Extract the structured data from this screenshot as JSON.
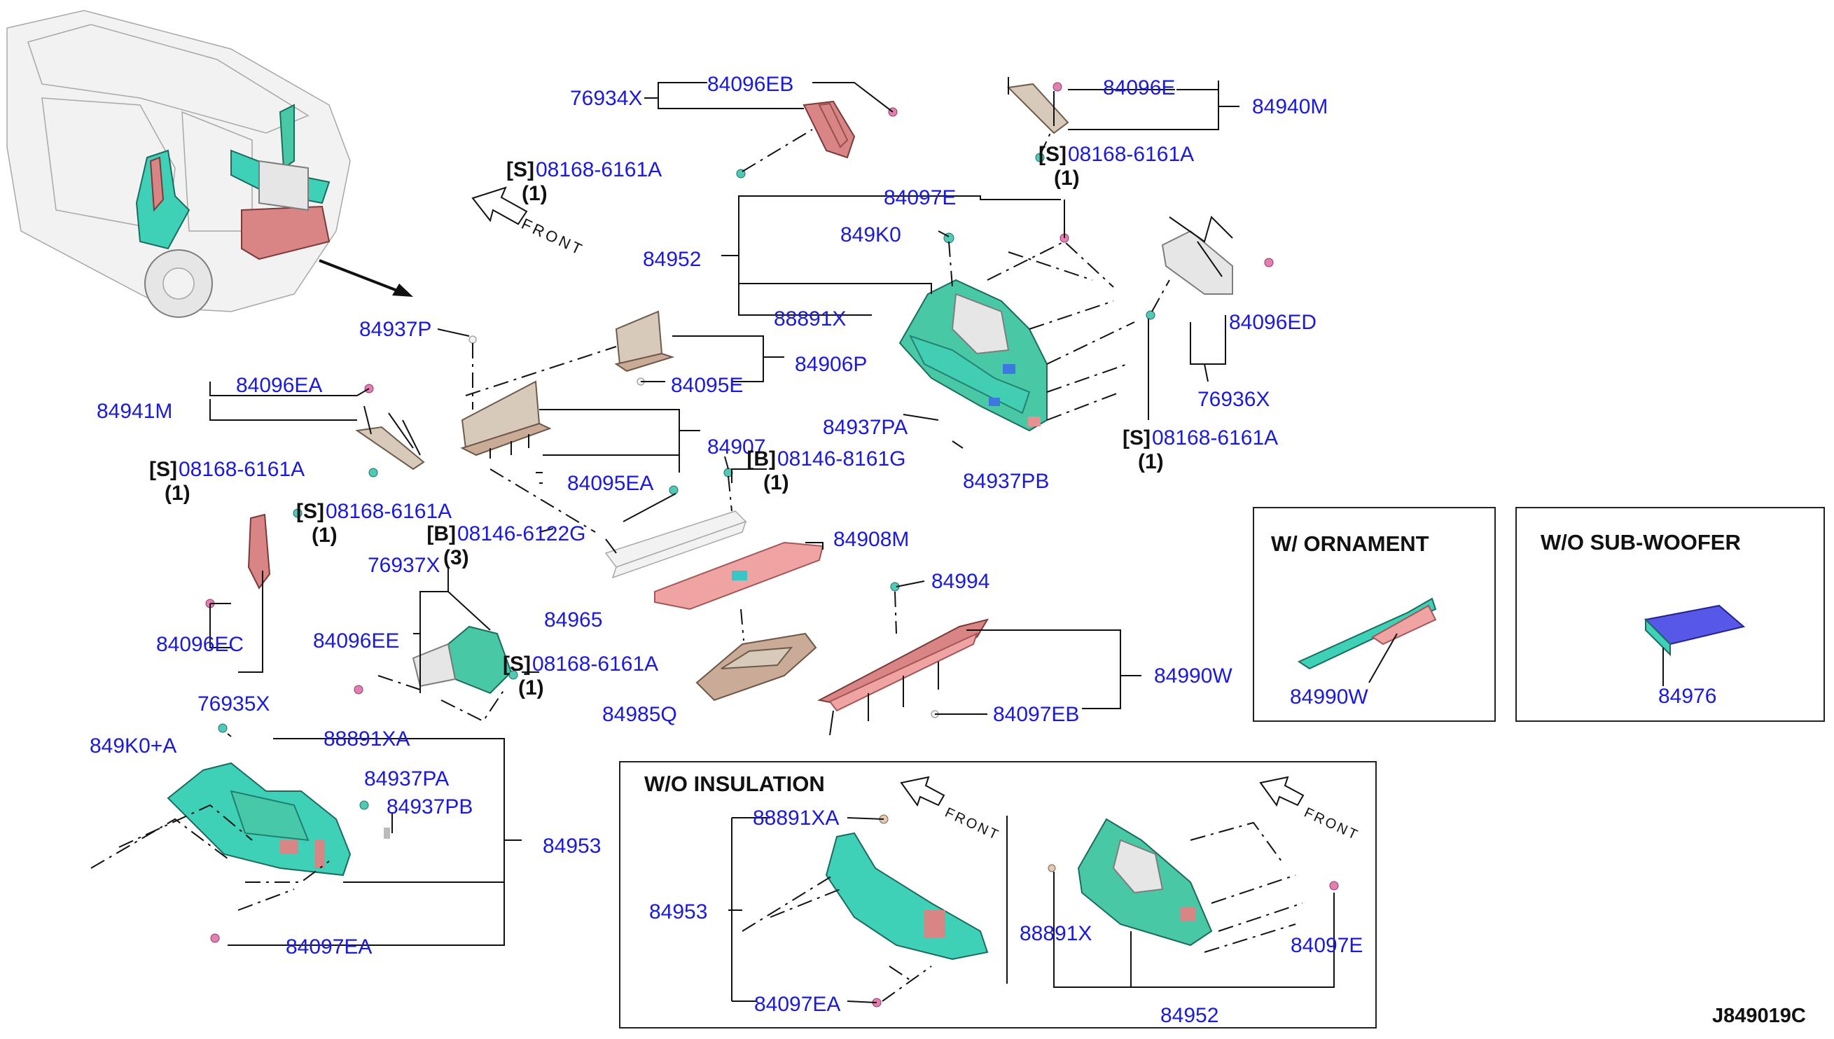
{
  "diagram_code": "J849019C",
  "front_label": "FRONT",
  "insets": {
    "ornament": {
      "title": "W/ ORNAMENT",
      "part": "84990W"
    },
    "subwoofer": {
      "title": "W/O SUB-WOOFER",
      "part": "84976"
    },
    "insulation": {
      "title": "W/O INSULATION",
      "parts": [
        "88891XA",
        "84953",
        "84097EA",
        "88891X",
        "84097E",
        "84952"
      ]
    }
  },
  "labels": [
    {
      "id": "l1",
      "text": "76934X"
    },
    {
      "id": "l2",
      "text": "84096EB"
    },
    {
      "id": "l3",
      "text": "84096E"
    },
    {
      "id": "l4",
      "text": "84940M"
    },
    {
      "id": "l5",
      "text": "08168-6161A",
      "prefix": "[S]",
      "qty": "(1)"
    },
    {
      "id": "l6",
      "text": "08168-6161A",
      "prefix": "[S]",
      "qty": "(1)"
    },
    {
      "id": "l7",
      "text": "84097E"
    },
    {
      "id": "l8",
      "text": "849K0"
    },
    {
      "id": "l9",
      "text": "84952"
    },
    {
      "id": "l10",
      "text": "88891X"
    },
    {
      "id": "l11",
      "text": "84937P"
    },
    {
      "id": "l12",
      "text": "84906P"
    },
    {
      "id": "l13",
      "text": "84095E"
    },
    {
      "id": "l14",
      "text": "84096ED"
    },
    {
      "id": "l15",
      "text": "76936X"
    },
    {
      "id": "l16",
      "text": "08168-6161A",
      "prefix": "[S]",
      "qty": "(1)"
    },
    {
      "id": "l17",
      "text": "84096EA"
    },
    {
      "id": "l18",
      "text": "84941M"
    },
    {
      "id": "l19",
      "text": "08168-6161A",
      "prefix": "[S]",
      "qty": "(1)"
    },
    {
      "id": "l20",
      "text": "84907"
    },
    {
      "id": "l21",
      "text": "84937PA"
    },
    {
      "id": "l22",
      "text": "08146-8161G",
      "prefix": "[B]",
      "qty": "(1)"
    },
    {
      "id": "l23",
      "text": "84937PB"
    },
    {
      "id": "l24",
      "text": "84095EA"
    },
    {
      "id": "l25",
      "text": "08168-6161A",
      "prefix": "[S]",
      "qty": "(1)"
    },
    {
      "id": "l26",
      "text": "08146-6122G",
      "prefix": "[B]",
      "qty": "(3)"
    },
    {
      "id": "l27",
      "text": "84908M"
    },
    {
      "id": "l28",
      "text": "76937X"
    },
    {
      "id": "l29",
      "text": "84965"
    },
    {
      "id": "l30",
      "text": "84994"
    },
    {
      "id": "l31",
      "text": "84096EC"
    },
    {
      "id": "l32",
      "text": "84096EE"
    },
    {
      "id": "l33",
      "text": "08168-6161A",
      "prefix": "[S]",
      "qty": "(1)"
    },
    {
      "id": "l34",
      "text": "84990W"
    },
    {
      "id": "l35",
      "text": "76935X"
    },
    {
      "id": "l36",
      "text": "84985Q"
    },
    {
      "id": "l37",
      "text": "84097EB"
    },
    {
      "id": "l38",
      "text": "849K0+A"
    },
    {
      "id": "l39",
      "text": "88891XA"
    },
    {
      "id": "l40",
      "text": "84937PA"
    },
    {
      "id": "l41",
      "text": "84937PB"
    },
    {
      "id": "l42",
      "text": "84953"
    },
    {
      "id": "l43",
      "text": "84097EA"
    }
  ]
}
